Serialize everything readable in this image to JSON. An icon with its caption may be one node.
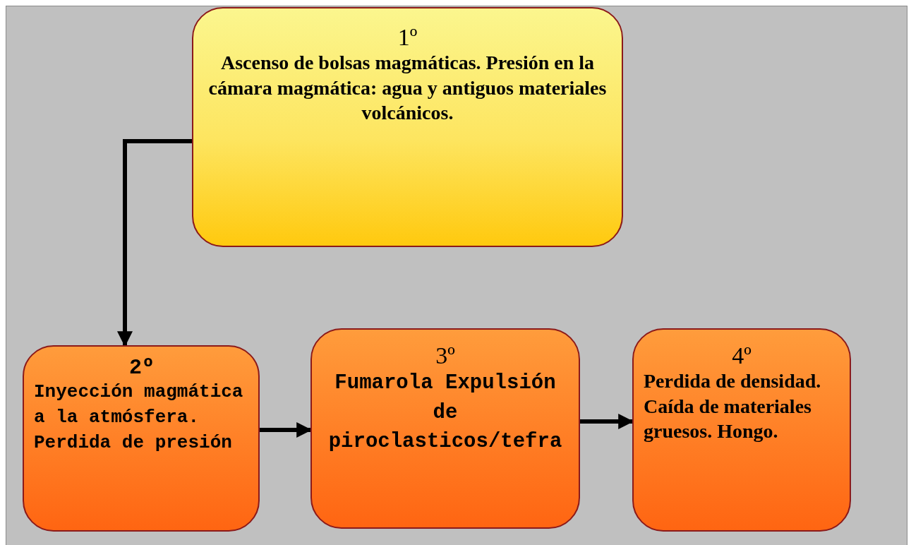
{
  "diagram": {
    "nodes": [
      {
        "text": [
          "1º",
          "Ascenso de bolsas magmáticas. Presión en la cámara magmática: agua y antiguos materiales volcánicos."
        ]
      },
      {
        "text": [
          "2º",
          "Inyección magmática a la atmósfera. Perdida de presión"
        ]
      },
      {
        "text": [
          "3º",
          "Fumarola Expulsión de piroclasticos/tefra"
        ]
      },
      {
        "text": [
          "4º",
          "Perdida de densidad. Caída de materiales gruesos. Hongo."
        ]
      }
    ],
    "edges": [
      {
        "from": 0,
        "to": 1,
        "arrow": "to"
      },
      {
        "from": 1,
        "to": 2,
        "arrow": "to"
      },
      {
        "from": 2,
        "to": 3,
        "arrow": "to"
      }
    ]
  }
}
